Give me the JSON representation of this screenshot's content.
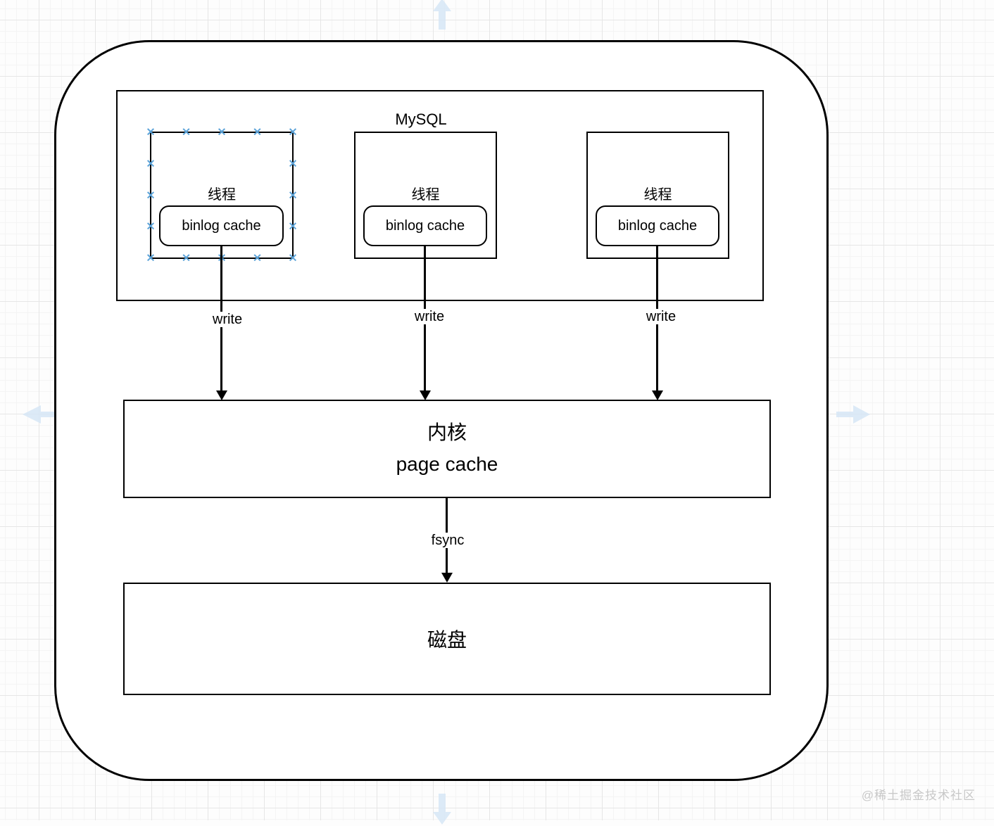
{
  "canvas": {
    "watermark": "@稀土掘金技术社区",
    "selection_handle_glyph": "×"
  },
  "diagram": {
    "mysql_group_title": "MySQL",
    "threads": [
      {
        "label": "线程",
        "cache": "binlog cache",
        "selected": true
      },
      {
        "label": "线程",
        "cache": "binlog cache",
        "selected": false
      },
      {
        "label": "线程",
        "cache": "binlog cache",
        "selected": false
      }
    ],
    "arrows": {
      "write1": "write",
      "write2": "write",
      "write3": "write",
      "fsync": "fsync"
    },
    "kernel": {
      "line1": "内核",
      "line2": "page cache"
    },
    "disk": {
      "label": "磁盘"
    }
  },
  "colors": {
    "stroke": "#000000",
    "selection_handle": "#5ba3d9",
    "pan_arrow": "#d7e7f6",
    "grid_major": "#e6e6e6",
    "grid_minor": "#f4f4f4",
    "watermark": "#c8c8c8"
  }
}
